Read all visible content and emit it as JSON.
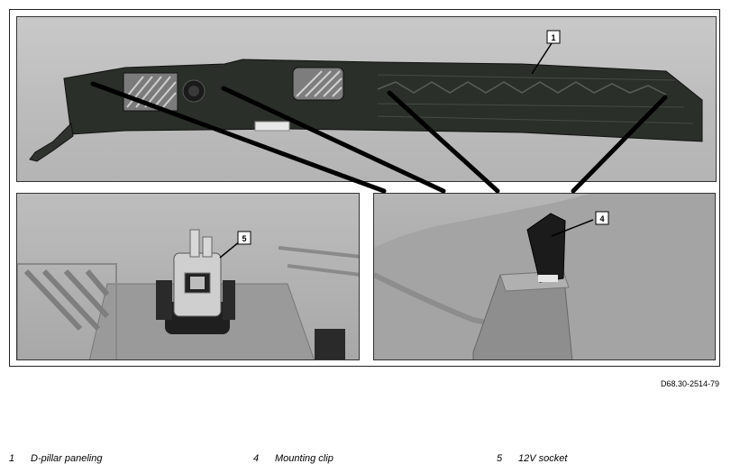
{
  "callouts": {
    "c1": "1",
    "c4": "4",
    "c5": "5"
  },
  "document_id": "D68.30-2514-79",
  "legend": [
    {
      "number": "1",
      "label": "D-pillar paneling"
    },
    {
      "number": "4",
      "label": "Mounting clip"
    },
    {
      "number": "5",
      "label": "12V socket"
    }
  ]
}
